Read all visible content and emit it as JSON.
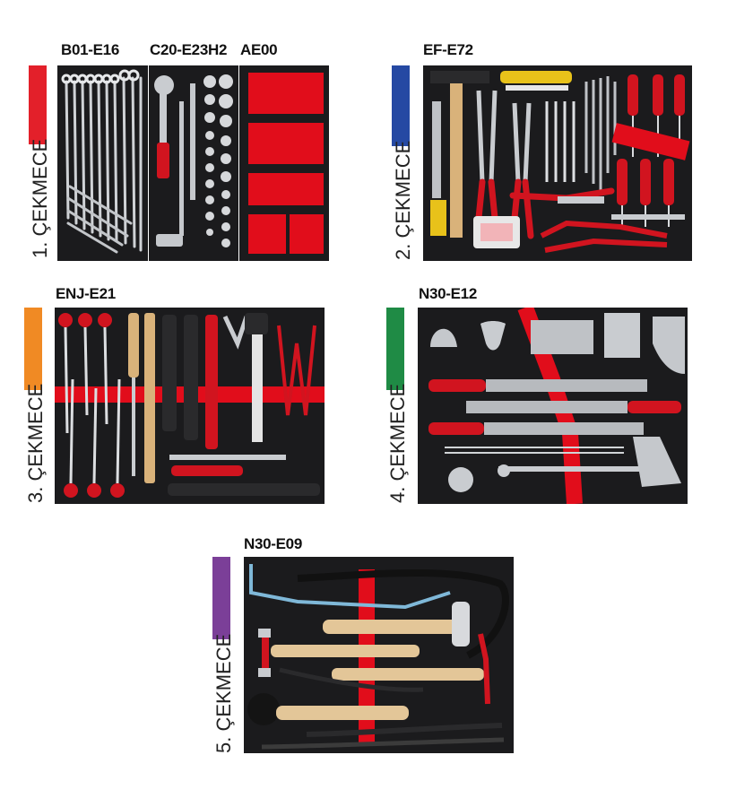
{
  "colors": {
    "drawer1": "#e3202a",
    "drawer2": "#2549a3",
    "drawer3": "#f08a24",
    "drawer4": "#1f8b45",
    "drawer5": "#7b3f98",
    "foam": "#1b1b1d",
    "insert": "#e10d1b"
  },
  "drawers": [
    {
      "label": "1. ÇEKMECE",
      "codes": [
        "B01-E16",
        "C20-E23H2",
        "AE00"
      ]
    },
    {
      "label": "2. ÇEKMECE",
      "codes": [
        "EF-E72"
      ]
    },
    {
      "label": "3. ÇEKMECE",
      "codes": [
        "ENJ-E21"
      ]
    },
    {
      "label": "4. ÇEKMECE",
      "codes": [
        "N30-E12"
      ]
    },
    {
      "label": "5. ÇEKMECE",
      "codes": [
        "N30-E09"
      ]
    }
  ]
}
